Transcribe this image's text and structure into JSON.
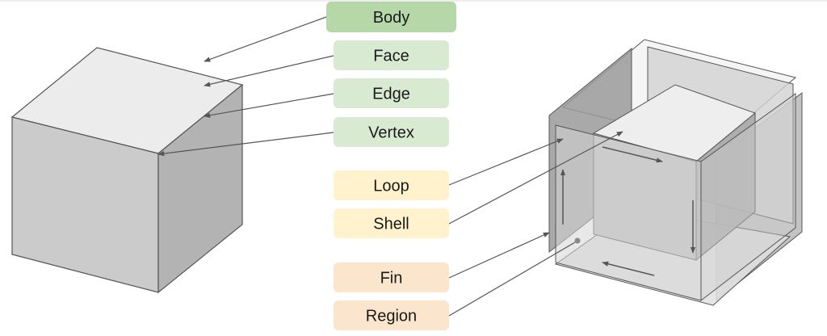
{
  "labels": {
    "body": "Body",
    "face": "Face",
    "edge": "Edge",
    "vertex": "Vertex",
    "loop": "Loop",
    "shell": "Shell",
    "fin": "Fin",
    "region": "Region"
  },
  "colors": {
    "body_fill": "#b6d7a8",
    "topology_fill": "#d9ead3",
    "loop_shell_fill": "#fff2cc",
    "fin_region_fill": "#fce5cd",
    "arrow": "#555555",
    "cube_top": "#ececec",
    "cube_front": "#cbcbcb",
    "cube_side": "#b3b3b3",
    "outline": "#555555"
  }
}
